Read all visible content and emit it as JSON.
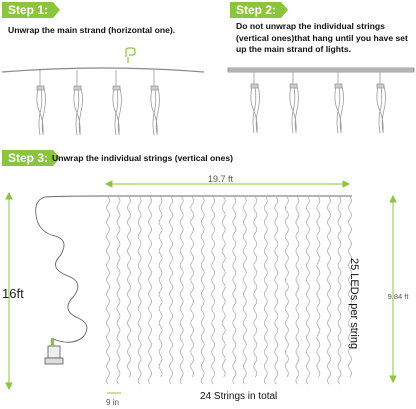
{
  "step1": {
    "tag": "Step 1:",
    "text": "Unwrap the main strand (horizontal one)."
  },
  "step2": {
    "tag": "Step 2:",
    "text": "Do not unwrap the individual strings (vertical ones)that hang until you have set up the main strand of lights."
  },
  "step3": {
    "tag": "Step 3:",
    "text": "Unwrap the individual strings (vertical ones)"
  },
  "dimensions": {
    "width": "19.7 ft",
    "height_right": "9.84 ft",
    "cable_length": "16ft",
    "leds_per_string": "25 LEDs per string",
    "strings_total": "24 Strings in total",
    "spacing": "9 in"
  },
  "colors": {
    "accent_green": "#8bc53f",
    "wire": "#9a9a9a",
    "text": "#111111"
  }
}
